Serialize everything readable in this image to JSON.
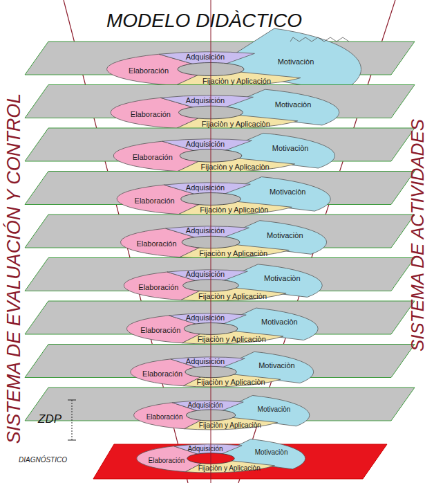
{
  "diagram": {
    "title": "MODELO DIDÀCTICO",
    "nodes": [
      {
        "text": [
          "Adquisición"
        ]
      },
      {
        "text": [
          "Elaboración"
        ]
      },
      {
        "text": [
          "Fijaciòn y Aplicación"
        ]
      },
      {
        "text": [
          "Motivaciòn"
        ]
      },
      {
        "text": [
          "Adquisición"
        ]
      },
      {
        "text": [
          "Elaboración"
        ]
      },
      {
        "text": [
          "Fijaciòn y Aplicaciòn"
        ]
      },
      {
        "text": [
          "Motivaciòn"
        ]
      },
      {
        "text": [
          "Adquisición"
        ]
      },
      {
        "text": [
          "Elaboración"
        ]
      },
      {
        "text": [
          "Fijaciòn y Aplicaciòn"
        ]
      },
      {
        "text": [
          "Motivaciòn"
        ]
      },
      {
        "text": [
          "Adquisición"
        ]
      },
      {
        "text": [
          "Elaboración"
        ]
      },
      {
        "text": [
          "Fijaciòn y Aplicaciòn"
        ]
      },
      {
        "text": [
          "Motivaciòn"
        ]
      },
      {
        "text": [
          "Adquisición"
        ]
      },
      {
        "text": [
          "Elaboración"
        ]
      },
      {
        "text": [
          "Fijaciòn y Aplicaciòn"
        ]
      },
      {
        "text": [
          "Motivaciòn"
        ]
      },
      {
        "text": [
          "Adquisición"
        ]
      },
      {
        "text": [
          "Elaboración"
        ]
      },
      {
        "text": [
          "Fijaciòn y Aplicaciòn"
        ]
      },
      {
        "text": [
          "Motivaciòn"
        ]
      },
      {
        "text": [
          "Adquisición"
        ]
      },
      {
        "text": [
          "Elaboración"
        ]
      },
      {
        "text": [
          "Fijaciòn y Aplicaciòn"
        ]
      },
      {
        "text": [
          "Motivaciòn"
        ]
      },
      {
        "text": [
          "Adquisición"
        ]
      },
      {
        "text": [
          "Elaboración"
        ]
      },
      {
        "text": [
          "Fijaciòn y Aplicaciòn"
        ]
      },
      {
        "text": [
          "Motivaciòn"
        ]
      },
      {
        "text": [
          "Adquisición"
        ]
      },
      {
        "text": [
          "Elaboración"
        ]
      },
      {
        "text": [
          "Fijaciòn y Aplicaciòn"
        ]
      },
      {
        "text": [
          "Motivaciòn"
        ]
      },
      {
        "text": [
          "Adquisición"
        ]
      },
      {
        "text": [
          "Elaboración"
        ]
      },
      {
        "text": [
          "Fijaciòn y Aplicaciòn"
        ]
      },
      {
        "text": [
          "Motivaciòn"
        ]
      }
    ],
    "labels": [
      "SISTEMA DE EVALUACIÓN Y CONTROL",
      "SISTEMA DE ACTIVIDADES",
      "ZDP",
      "DIAGNÓSTICO"
    ]
  }
}
